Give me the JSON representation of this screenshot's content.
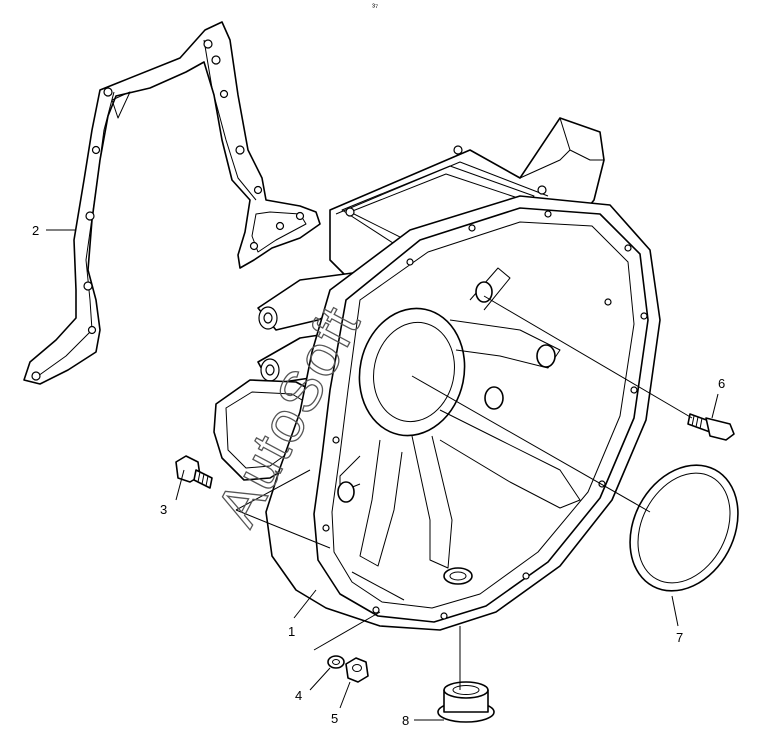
{
  "top_mark": "³⁷",
  "watermark": "AutoSoft",
  "callouts": [
    {
      "id": "1",
      "label": "1"
    },
    {
      "id": "2",
      "label": "2"
    },
    {
      "id": "3",
      "label": "3"
    },
    {
      "id": "4",
      "label": "4"
    },
    {
      "id": "5",
      "label": "5"
    },
    {
      "id": "6",
      "label": "6"
    },
    {
      "id": "7",
      "label": "7"
    },
    {
      "id": "8",
      "label": "8"
    }
  ]
}
